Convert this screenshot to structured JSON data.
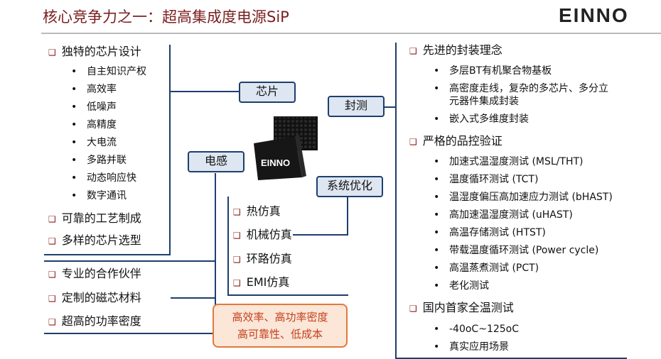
{
  "header": {
    "title": "核心竞争力之一：超高集成度电源SiP",
    "logo": "EINNO"
  },
  "left": {
    "groups": [
      {
        "heading": "独特的芯片设计",
        "items": [
          "自主知识产权",
          "高效率",
          "低噪声",
          "高精度",
          "大电流",
          "多路并联",
          "动态响应快",
          "数字通讯"
        ]
      },
      {
        "heading": "可靠的工艺制成",
        "items": []
      },
      {
        "heading": "多样的芯片选型",
        "items": []
      },
      {
        "heading": "专业的合作伙伴",
        "items": []
      },
      {
        "heading": "定制的磁芯材料",
        "items": []
      },
      {
        "heading": "超高的功率密度",
        "items": []
      }
    ]
  },
  "center": {
    "nodes": {
      "chip": "芯片",
      "inductor": "电感",
      "packaging": "封测",
      "system": "系统优化"
    },
    "chip_label": "EINNO",
    "system_items": [
      "热仿真",
      "机械仿真",
      "环路仿真",
      "EMI仿真"
    ],
    "summary_line1": "高效率、高功率密度",
    "summary_line2": "高可靠性、低成本"
  },
  "right": {
    "groups": [
      {
        "heading": "先进的封装理念",
        "items": [
          "多层BT有机聚合物基板",
          "高密度走线，复杂的多芯片、多分立",
          "元器件集成封装",
          "嵌入式多维度封装"
        ]
      },
      {
        "heading": "严格的品控验证",
        "items": [
          "加速式温湿度测试 (MSL/THT)",
          "温度循环测试 (TCT)",
          "温湿度偏压高加速应力测试 (bHAST)",
          "高加速温湿度测试 (uHAST)",
          "高温存储测试 (HTST)",
          "带载温度循环测试 (Power cycle)",
          "高温蒸煮测试 (PCT)",
          "老化测试"
        ]
      },
      {
        "heading": "国内首家全温测试",
        "items": [
          "-40oC~125oC",
          "真实应用场景"
        ]
      }
    ]
  },
  "colors": {
    "accent": "#1e3e6e",
    "title": "#7a1e1e",
    "bullet": "#8b1a1a",
    "summary_bg": "#fbe6d8",
    "summary_border": "#e07a3a"
  }
}
